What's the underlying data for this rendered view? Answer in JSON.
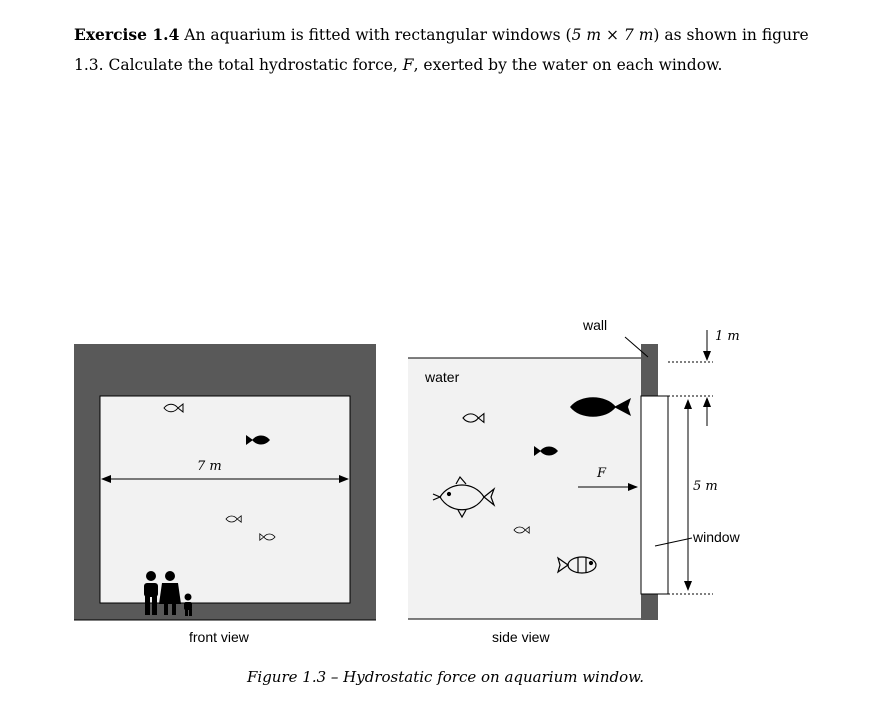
{
  "problem": {
    "label": "Exercise 1.4",
    "text_before": " An aquarium is fitted with rectangular windows (",
    "dimensions": "5 m × 7 m",
    "text_after": ") as shown in figure 1.3. Calculate the total hydrostatic force, ",
    "force_symbol": "F",
    "text_end": ", exerted by the water on each window."
  },
  "figure": {
    "front_view_label": "front view",
    "side_view_label": "side view",
    "width_label": "7 m",
    "water_label": "water",
    "wall_label": "wall",
    "force_label": "F",
    "top_gap_label": "1 m",
    "window_height_label": "5 m",
    "window_label": "window",
    "caption": "Figure 1.3 – Hydrostatic force on aquarium window.",
    "colors": {
      "wall": "#595959",
      "water": "#f2f2f2",
      "window": "#ffffff",
      "line": "#000000"
    }
  }
}
